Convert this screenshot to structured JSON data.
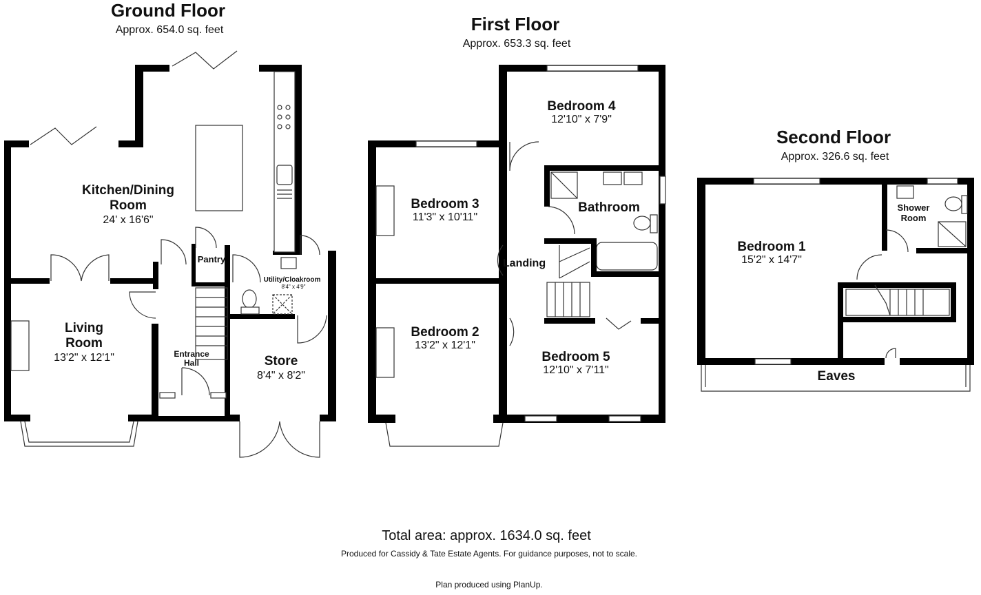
{
  "floors": {
    "ground": {
      "title": "Ground Floor",
      "area": "Approx. 654.0 sq. feet",
      "rooms": {
        "kitchen": {
          "name_line1": "Kitchen/Dining",
          "name_line2": "Room",
          "dims": "24' x 16'6\""
        },
        "living": {
          "name_line1": "Living",
          "name_line2": "Room",
          "dims": "13'2\" x 12'1\""
        },
        "pantry": {
          "name": "Pantry"
        },
        "utility": {
          "name": "Utility/Cloakroom",
          "dims": "8'4\" x 4'9\""
        },
        "hall": {
          "name_line1": "Entrance",
          "name_line2": "Hall"
        },
        "store": {
          "name": "Store",
          "dims": "8'4\" x 8'2\""
        }
      }
    },
    "first": {
      "title": "First Floor",
      "area": "Approx. 653.3 sq. feet",
      "rooms": {
        "bed4": {
          "name": "Bedroom 4",
          "dims": "12'10\" x 7'9\""
        },
        "bed3": {
          "name": "Bedroom 3",
          "dims": "11'3\" x 10'11\""
        },
        "bathroom": {
          "name": "Bathroom"
        },
        "landing": {
          "name": "Landing"
        },
        "bed2": {
          "name": "Bedroom 2",
          "dims": "13'2\" x 12'1\""
        },
        "bed5": {
          "name": "Bedroom 5",
          "dims": "12'10\" x 7'11\""
        }
      }
    },
    "second": {
      "title": "Second Floor",
      "area": "Approx. 326.6 sq. feet",
      "rooms": {
        "bed1": {
          "name": "Bedroom 1",
          "dims": "15'2\" x 14'7\""
        },
        "shower": {
          "name_line1": "Shower",
          "name_line2": "Room"
        },
        "eaves": {
          "name": "Eaves"
        }
      }
    }
  },
  "footer": {
    "total": "Total area: approx. 1634.0 sq. feet",
    "disclaimer": "Produced for Cassidy & Tate Estate Agents. For guidance purposes, not to scale.",
    "credit": "Plan produced using PlanUp."
  },
  "colors": {
    "wall": "#000000",
    "line": "#333333",
    "background": "#ffffff"
  }
}
